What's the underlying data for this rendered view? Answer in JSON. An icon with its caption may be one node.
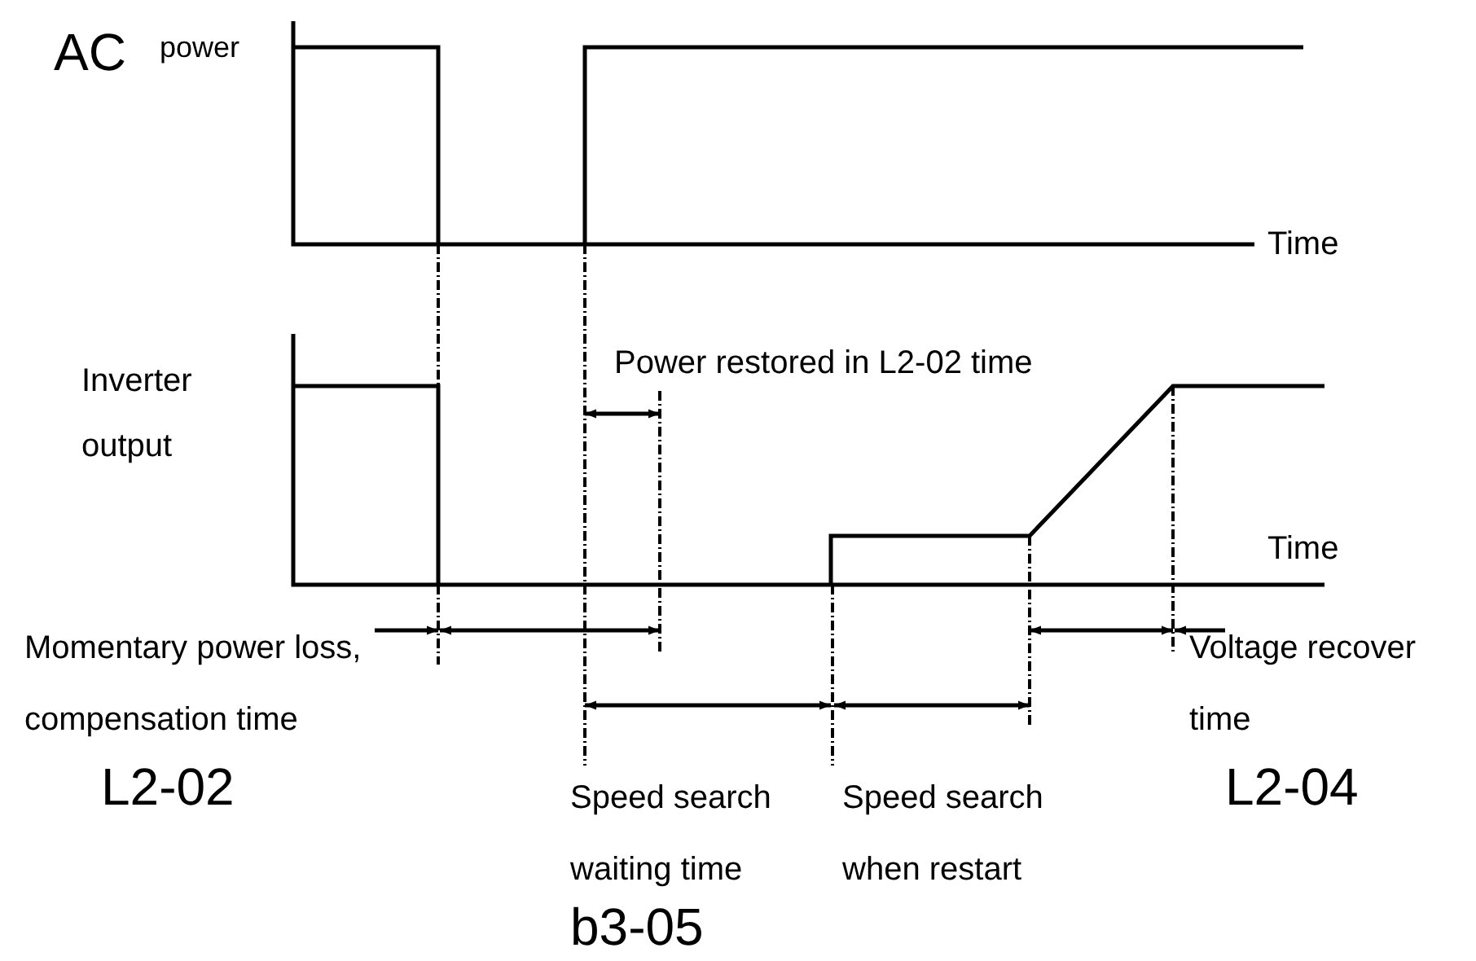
{
  "diagram": {
    "labels": [
      "AC",
      "power",
      "Time",
      "Inverter output",
      "Power restored in L2-02 time",
      "Time",
      "Momentary power loss, compensation time",
      "Voltage recover time",
      "L2-02",
      "Speed search waiting time",
      "Speed search when restart",
      "L2-04",
      "b3-05"
    ]
  }
}
